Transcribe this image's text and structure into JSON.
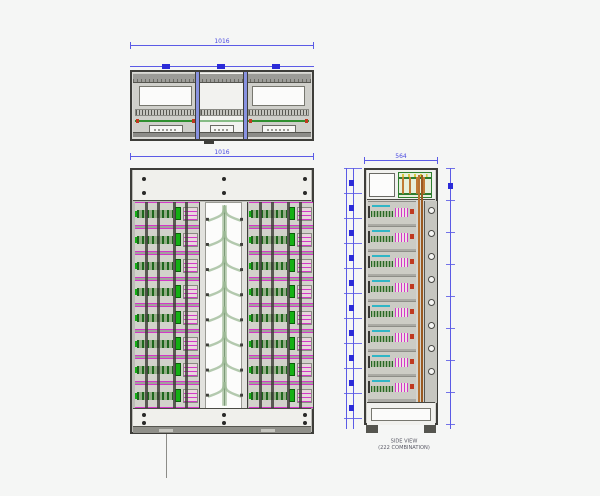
{
  "top_view": {
    "width_dim": "1016"
  },
  "front_view": {
    "width_dim": "1016",
    "row_count": 8
  },
  "side_view": {
    "depth_dim": "564",
    "row_count": 8,
    "caption_line1": "SIDE VIEW",
    "caption_line2": "(222 COMBINATION)"
  },
  "colors": {
    "dimension_blue": "#4a4ae0",
    "detail_magenta": "#d338c8",
    "pcb_green": "#2e7d2e",
    "component_green": "#14b014",
    "cable_green": "#9bb894",
    "wire_orange": "#b87333",
    "accent_cyan": "#2fb6c6",
    "marker_red": "#c03a20"
  }
}
